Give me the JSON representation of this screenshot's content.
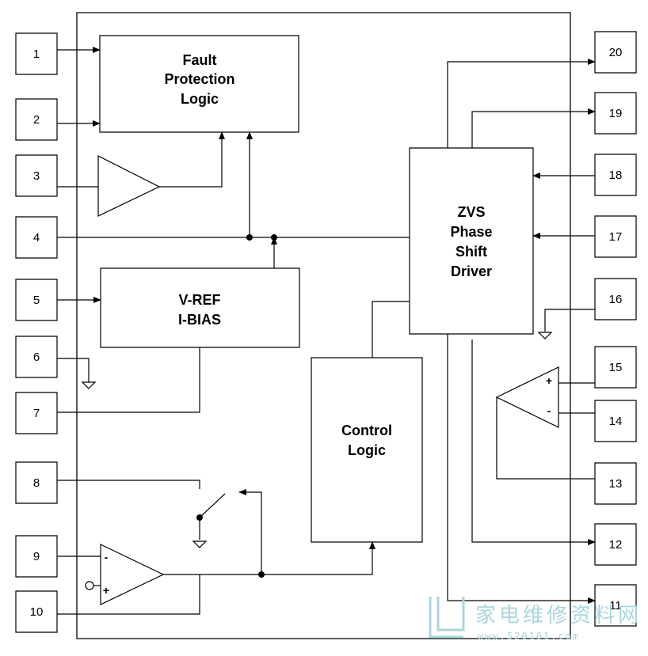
{
  "pins": [
    {
      "id": "pin-1",
      "label": "1"
    },
    {
      "id": "pin-2",
      "label": "2"
    },
    {
      "id": "pin-3",
      "label": "3"
    },
    {
      "id": "pin-4",
      "label": "4"
    },
    {
      "id": "pin-5",
      "label": "5"
    },
    {
      "id": "pin-6",
      "label": "6"
    },
    {
      "id": "pin-7",
      "label": "7"
    },
    {
      "id": "pin-8",
      "label": "8"
    },
    {
      "id": "pin-9",
      "label": "9"
    },
    {
      "id": "pin-10",
      "label": "10"
    },
    {
      "id": "pin-11",
      "label": "11"
    },
    {
      "id": "pin-12",
      "label": "12"
    },
    {
      "id": "pin-13",
      "label": "13"
    },
    {
      "id": "pin-14",
      "label": "14"
    },
    {
      "id": "pin-15",
      "label": "15"
    },
    {
      "id": "pin-16",
      "label": "16"
    },
    {
      "id": "pin-17",
      "label": "17"
    },
    {
      "id": "pin-18",
      "label": "18"
    },
    {
      "id": "pin-19",
      "label": "19"
    },
    {
      "id": "pin-20",
      "label": "20"
    }
  ],
  "blocks": {
    "fault_protection": {
      "lines": [
        "Fault",
        "Protection",
        "Logic"
      ]
    },
    "vref": {
      "lines": [
        "V-REF",
        "I-BIAS"
      ]
    },
    "zvs": {
      "lines": [
        "ZVS",
        "Phase",
        "Shift",
        "Driver"
      ]
    },
    "control": {
      "lines": [
        "Control",
        "Logic"
      ]
    }
  },
  "amplifier_signs": {
    "comp_right_plus": "+",
    "comp_right_minus": "-",
    "amp_bottom_minus": "-",
    "amp_bottom_plus": "+"
  },
  "watermark": {
    "chinese": "家电维修资料网",
    "url": "www.520101.com"
  },
  "colors": {
    "line": "#000000",
    "watermark": "#a9d6dc"
  }
}
